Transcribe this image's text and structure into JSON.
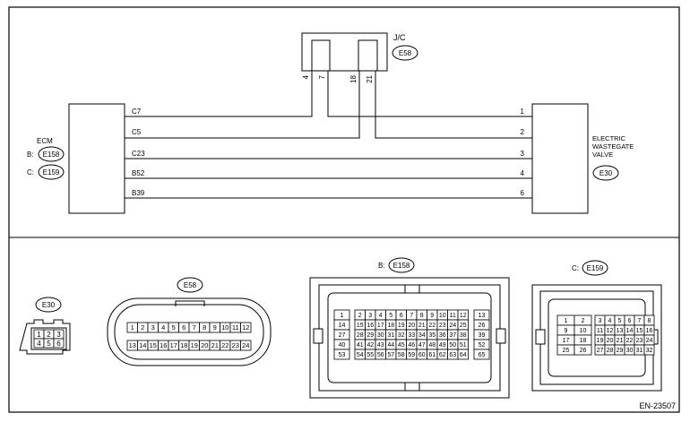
{
  "wiring": {
    "jc": {
      "label": "J/C",
      "connector": "E58",
      "pins": [
        "4",
        "7",
        "18",
        "21"
      ]
    },
    "ecm": {
      "label": "ECM",
      "connectors": [
        {
          "prefix": "B:",
          "id": "E158"
        },
        {
          "prefix": "C:",
          "id": "E159"
        }
      ]
    },
    "valve": {
      "lines": [
        "ELECTRIC",
        "WASTEGATE",
        "VALVE"
      ],
      "connector": "E30"
    },
    "wires": [
      {
        "ecm_pin": "C7",
        "valve_pin": "1"
      },
      {
        "ecm_pin": "C5",
        "valve_pin": "2"
      },
      {
        "ecm_pin": "C23",
        "valve_pin": "3"
      },
      {
        "ecm_pin": "B52",
        "valve_pin": "4"
      },
      {
        "ecm_pin": "B39",
        "valve_pin": "6"
      }
    ]
  },
  "connectors": {
    "e30": {
      "title": "E30",
      "rows": [
        [
          "1",
          "2",
          "3"
        ],
        [
          "4",
          "5",
          "6"
        ]
      ]
    },
    "e58": {
      "title": "E58",
      "row1": [
        "1",
        "2",
        "3",
        "4",
        "5",
        "6",
        "7",
        "8",
        "9",
        "10",
        "11",
        "12"
      ],
      "row2": [
        "13",
        "14",
        "15",
        "16",
        "17",
        "18",
        "19",
        "20",
        "21",
        "22",
        "23",
        "24"
      ]
    },
    "e158": {
      "prefix": "B:",
      "title": "E158",
      "left": [
        "1",
        "14",
        "27",
        "40",
        "53"
      ],
      "right": [
        "13",
        "26",
        "39",
        "52",
        "65"
      ],
      "main": [
        [
          "2",
          "3",
          "4",
          "5",
          "6",
          "7",
          "8",
          "9",
          "10",
          "11",
          "12"
        ],
        [
          "15",
          "16",
          "17",
          "18",
          "19",
          "20",
          "21",
          "22",
          "23",
          "24",
          "25"
        ],
        [
          "28",
          "29",
          "30",
          "31",
          "32",
          "33",
          "34",
          "35",
          "36",
          "37",
          "38"
        ],
        [
          "41",
          "42",
          "43",
          "44",
          "45",
          "46",
          "47",
          "48",
          "49",
          "50",
          "51"
        ],
        [
          "54",
          "55",
          "56",
          "57",
          "58",
          "59",
          "60",
          "61",
          "62",
          "63",
          "64"
        ]
      ]
    },
    "e159": {
      "prefix": "C:",
      "title": "E159",
      "left": [
        [
          "1",
          "2"
        ],
        [
          "9",
          "10"
        ],
        [
          "17",
          "18"
        ],
        [
          "25",
          "26"
        ]
      ],
      "main": [
        [
          "3",
          "4",
          "5",
          "6",
          "7",
          "8"
        ],
        [
          "11",
          "12",
          "13",
          "14",
          "15",
          "16"
        ],
        [
          "19",
          "20",
          "21",
          "22",
          "23",
          "24"
        ],
        [
          "27",
          "28",
          "29",
          "30",
          "31",
          "32"
        ]
      ]
    }
  },
  "figure_code": "EN-23507"
}
